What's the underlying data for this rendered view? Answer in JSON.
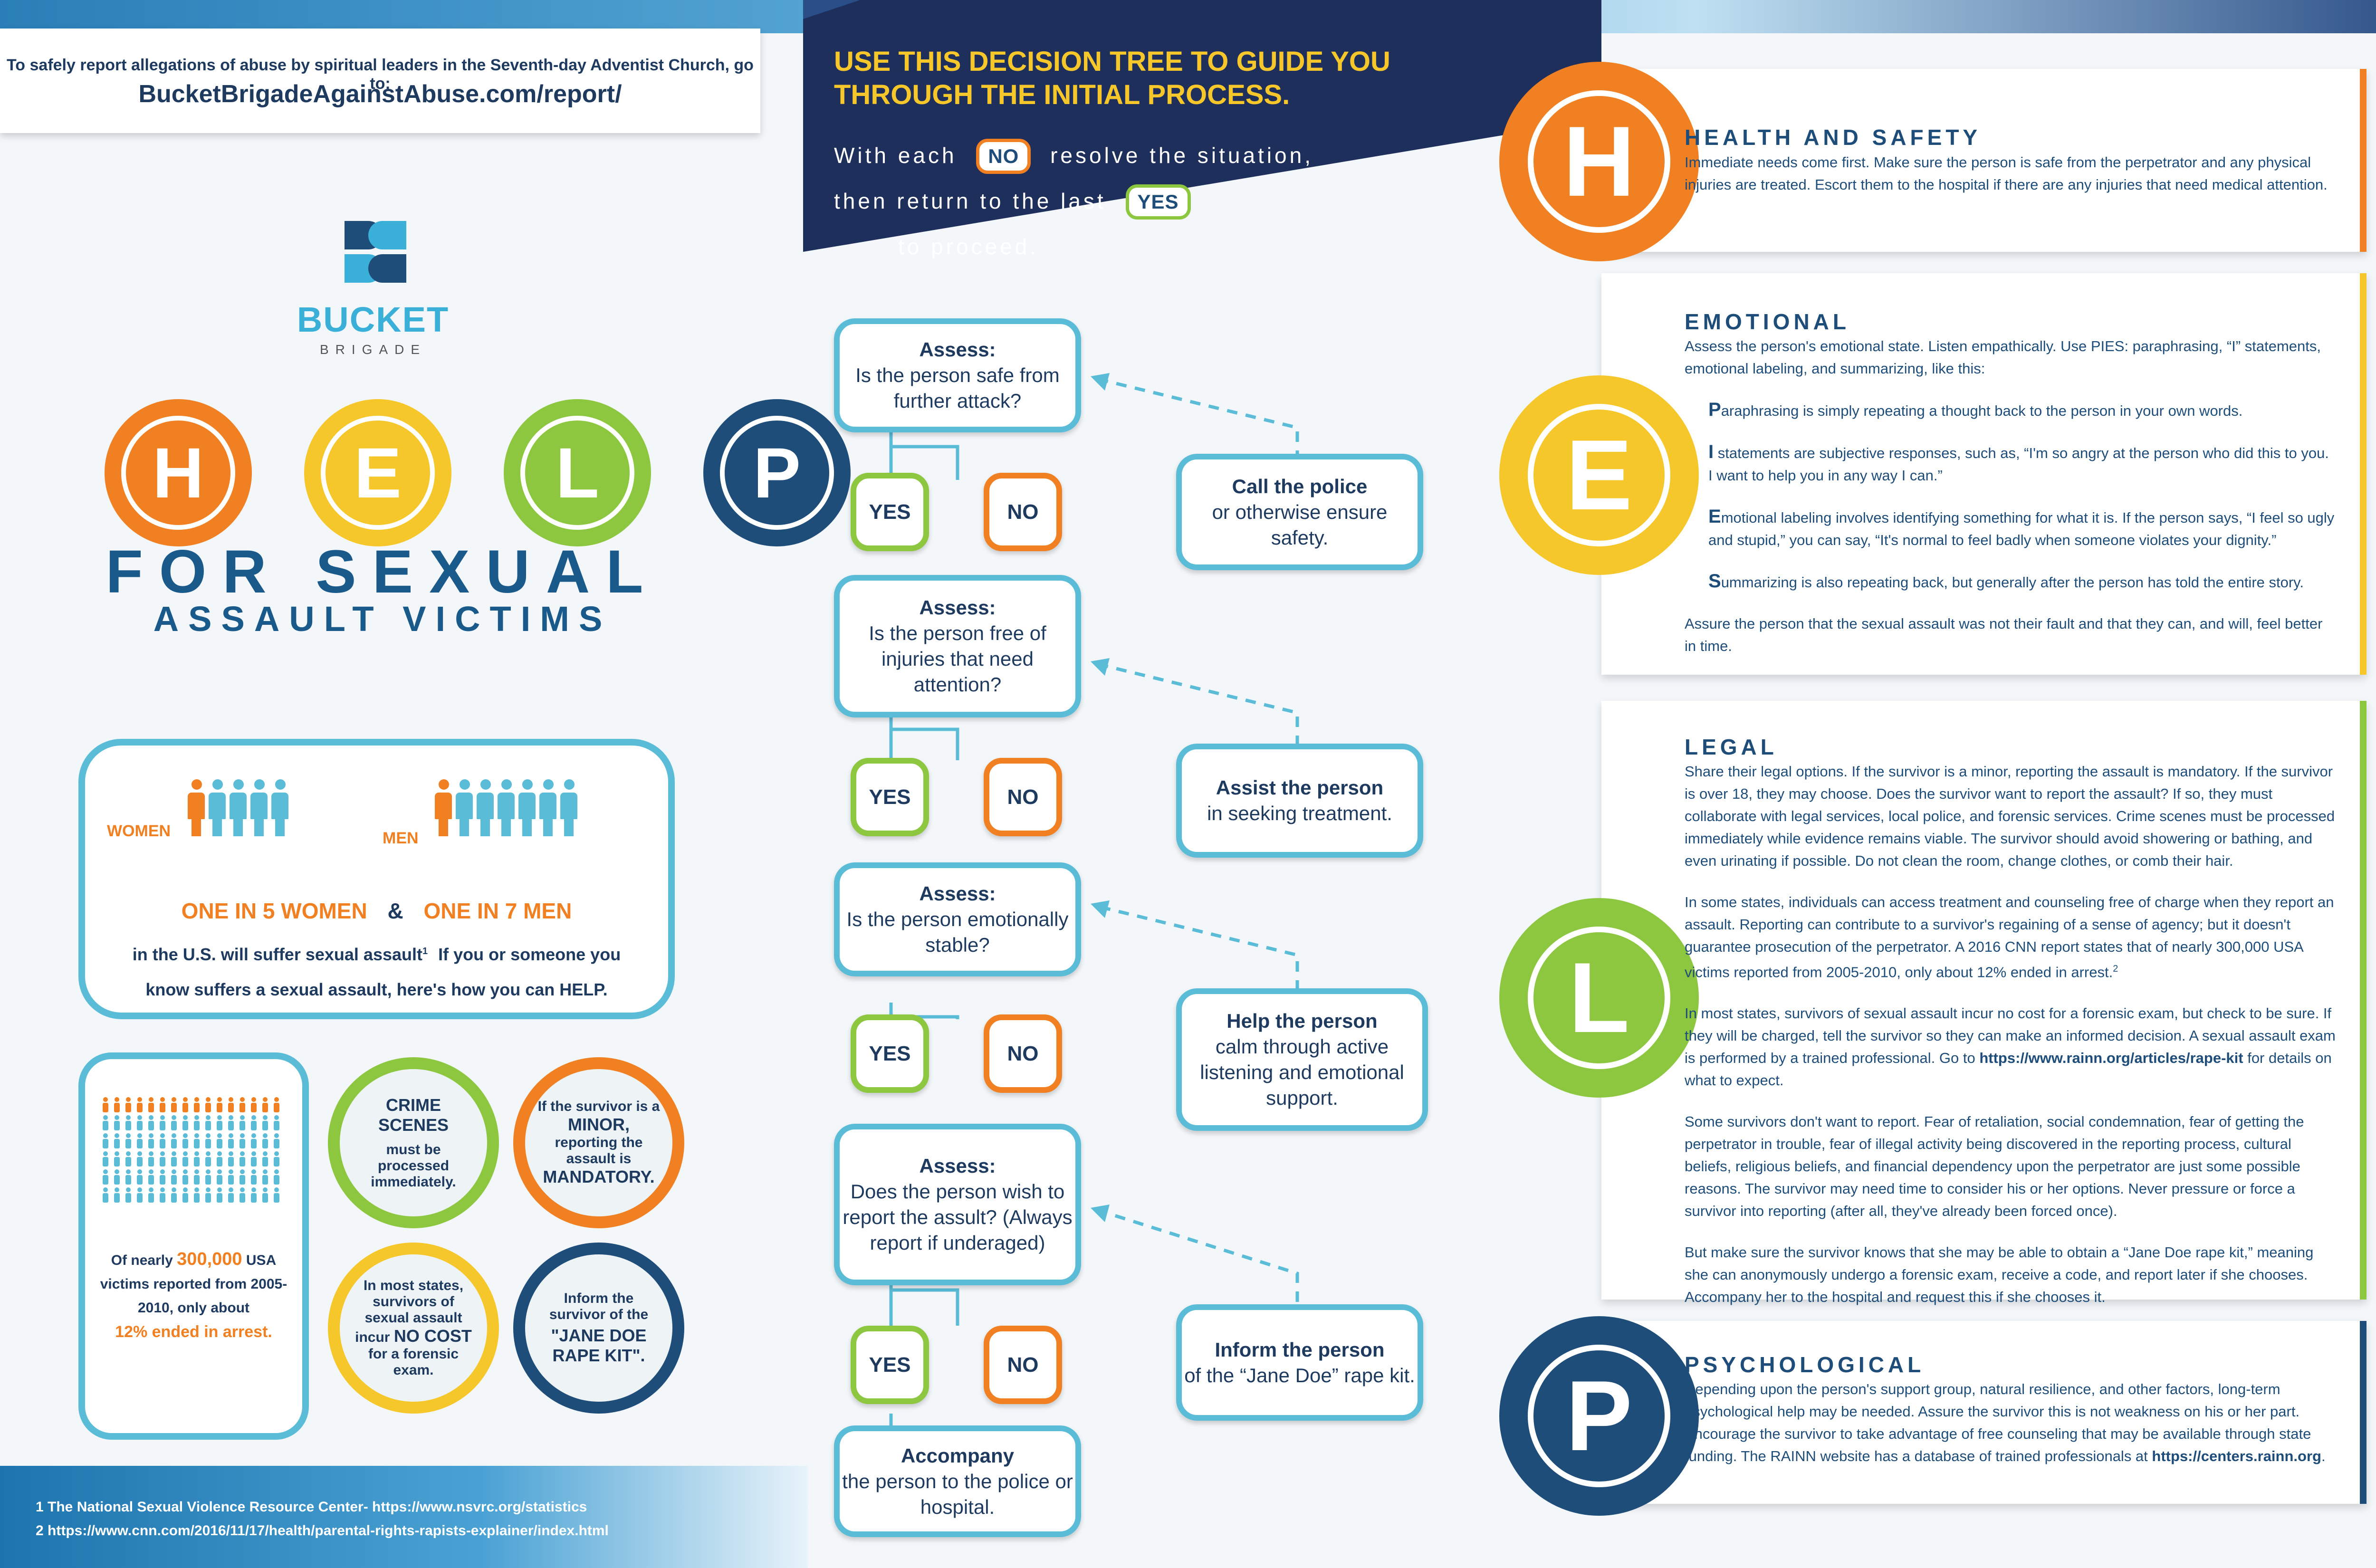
{
  "report": {
    "note": "To safely report allegations of abuse by spiritual leaders in the Seventh-day Adventist Church, go to:",
    "url": "BucketBrigadeAgainstAbuse.com/report/"
  },
  "tree": {
    "title_line1": "USE THIS DECISION TREE TO GUIDE YOU",
    "title_line2": "THROUGH THE INITIAL PROCESS.",
    "instr_a": "With each",
    "instr_no": "NO",
    "instr_b": "resolve the situation,",
    "instr_c": "then return to the last",
    "instr_yes": "YES",
    "instr_d": "to proceed."
  },
  "logo": {
    "word": "BUCKET",
    "sub": "BRIGADE"
  },
  "help": {
    "letters": [
      "H",
      "E",
      "L",
      "P"
    ],
    "sub1": "FOR SEXUAL",
    "sub2": "ASSAULT VICTIMS",
    "colors": [
      "#f08021",
      "#f5c72b",
      "#8dc63f",
      "#1e4d7a"
    ]
  },
  "stats": {
    "women_label": "WOMEN",
    "men_label": "MEN",
    "women_count": 5,
    "men_count": 7,
    "headline_women": "ONE IN 5 WOMEN",
    "amp": "&",
    "headline_men": "ONE IN 7 MEN",
    "line1": "in the U.S. will suffer sexual assault",
    "sup": "1",
    "line1b": "If you or someone you",
    "line2": "know suffers a sexual assault, here's how you can HELP."
  },
  "arrest": {
    "pre": "Of nearly",
    "num": "300,000",
    "mid": "USA victims reported from 2005-2010, only about",
    "pct": "12% ended in arrest."
  },
  "facts": {
    "crime_a": "CRIME SCENES",
    "crime_b": "must be processed immediately.",
    "minor_a": "If the survivor is a",
    "minor_b": "MINOR,",
    "minor_c": "reporting the assault is",
    "minor_d": "MANDATORY.",
    "cost_a": "In most states, survivors of sexual assault incur",
    "cost_b": "NO COST",
    "cost_c": "for a forensic exam.",
    "jane_a": "Inform the survivor of the",
    "jane_b": "\"JANE DOE RAPE KIT\"."
  },
  "footnotes": {
    "f1": "1 The National Sexual Violence Resource Center- https://www.nsvrc.org/statistics",
    "f2": "2 https://www.cnn.com/2016/11/17/health/parental-rights-rapists-explainer/index.html"
  },
  "flow": {
    "yes": "YES",
    "no": "NO",
    "q1_head": "Assess:",
    "q1_body": "Is the person safe from further attack?",
    "a1_head": "Call the police",
    "a1_body": "or otherwise ensure safety.",
    "q2_head": "Assess:",
    "q2_body": "Is the person free of injuries that need attention?",
    "a2_head": "Assist the person",
    "a2_body": "in seeking treatment.",
    "q3_head": "Assess:",
    "q3_body": "Is the person emotionally stable?",
    "a3_head": "Help the person",
    "a3_body": "calm through active listening and emotional support.",
    "q4_head": "Assess:",
    "q4_body": "Does the person wish to report the assult? (Always report if underaged)",
    "a4_head": "Inform the person",
    "a4_body": "of the “Jane Doe” rape kit.",
    "end_head": "Accompany",
    "end_body": "the person to the police or hospital."
  },
  "sections": {
    "h_title": "HEALTH AND SAFETY",
    "h_text": "Immediate needs come first. Make sure the person is safe from the perpetrator and any physical injuries are treated. Escort them to the hospital if there are any injuries that need medical attention.",
    "e_title": "EMOTIONAL",
    "e_intro": "Assess the person's emotional state. Listen empathically. Use PIES: paraphrasing, “I” statements, emotional labeling, and summarizing, like this:",
    "e_p_letter": "P",
    "e_p": "araphrasing is simply repeating a thought back to the person in your own words.",
    "e_i_letter": "I",
    "e_i": " statements are subjective responses, such as, “I'm so angry at the person who did this to you. I want to help you in any way I can.”",
    "e_e_letter": "E",
    "e_e": "motional labeling involves identifying something for what it is. If the person says, “I feel so ugly and stupid,” you can say, “It's normal to feel badly when someone violates your dignity.”",
    "e_s_letter": "S",
    "e_s": "ummarizing is also repeating back, but generally after the person has told the entire story.",
    "e_outro": "Assure the person that the sexual assault was not their fault and that they can, and will, feel better in time.",
    "l_title": "LEGAL",
    "l_p1": "Share their legal options. If the survivor is a minor, reporting the assault is mandatory. If the survivor is over 18, they may choose. Does the survivor want to report the assault? If so, they must collaborate with legal services, local police, and forensic services. Crime scenes must be processed immediately while evidence remains viable. The survivor should avoid showering or bathing, and even urinating if possible. Do not clean the room, change clothes, or comb their hair.",
    "l_p2": "In some states, individuals can access treatment and counseling free of charge when they report an assault. Reporting can contribute to a survivor's regaining of a sense of agency; but it doesn't guarantee prosecution of the perpetrator. A 2016 CNN report states that of nearly 300,000 USA victims reported from 2005-2010, only about 12% ended in arrest.",
    "l_p2_sup": "2",
    "l_p3a": "In most states, survivors of sexual assault incur no cost for a forensic exam, but check to be sure. If they will be charged, tell the survivor so they can make an informed decision. A sexual assault exam is performed by a trained professional. Go to",
    "l_p3_link": "https://www.rainn.org/articles/rape-kit",
    "l_p3b": "for details on what to expect.",
    "l_p4": "Some survivors don't want to report. Fear of retaliation, social condemnation, fear of getting the perpetrator in trouble, fear of illegal activity being discovered in the reporting process, cultural beliefs, religious beliefs, and financial dependency upon the perpetrator are just some possible reasons. The survivor may need time to consider his or her options. Never pressure or force a survivor into reporting (after all, they've already been forced once).",
    "l_p5": "But make sure the survivor knows that she may be able to obtain a “Jane Doe rape kit,” meaning she can anonymously undergo a forensic exam, receive a code, and report later if she chooses. Accompany her to the hospital and request this if she chooses it.",
    "p_title": "PSYCHOLOGICAL",
    "p_text": "Depending upon the person's support group, natural resilience, and other factors, long-term psychological help may be needed. Assure the survivor this is not weakness on his or her part. Encourage the survivor to take advantage of free counseling that may be available through state funding. The RAINN website has a database of trained professionals at",
    "p_link": "https://centers.rainn.org",
    "p_end": "."
  }
}
